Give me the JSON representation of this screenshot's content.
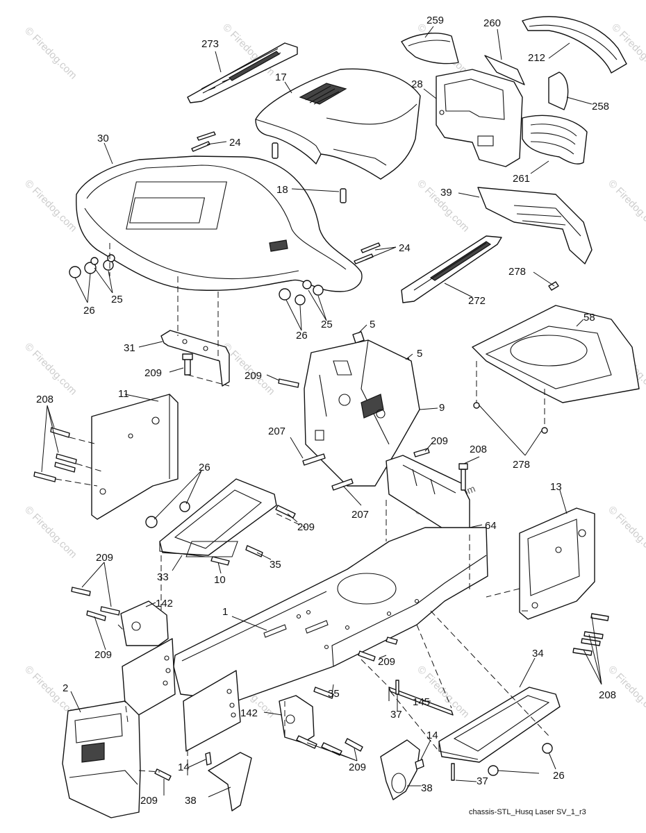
{
  "callouts": [
    {
      "id": "273",
      "label": "273"
    },
    {
      "id": "17",
      "label": "17"
    },
    {
      "id": "259",
      "label": "259"
    },
    {
      "id": "260",
      "label": "260"
    },
    {
      "id": "212",
      "label": "212"
    },
    {
      "id": "28",
      "label": "28"
    },
    {
      "id": "258",
      "label": "258"
    },
    {
      "id": "30",
      "label": "30"
    },
    {
      "id": "24a",
      "label": "24"
    },
    {
      "id": "261",
      "label": "261"
    },
    {
      "id": "18",
      "label": "18"
    },
    {
      "id": "39",
      "label": "39"
    },
    {
      "id": "24b",
      "label": "24"
    },
    {
      "id": "25a",
      "label": "25"
    },
    {
      "id": "26a",
      "label": "26"
    },
    {
      "id": "278a",
      "label": "278"
    },
    {
      "id": "272",
      "label": "272"
    },
    {
      "id": "25b",
      "label": "25"
    },
    {
      "id": "26b",
      "label": "26"
    },
    {
      "id": "5a",
      "label": "5"
    },
    {
      "id": "58",
      "label": "58"
    },
    {
      "id": "31",
      "label": "31"
    },
    {
      "id": "5b",
      "label": "5"
    },
    {
      "id": "209a",
      "label": "209"
    },
    {
      "id": "209b",
      "label": "209"
    },
    {
      "id": "208a",
      "label": "208"
    },
    {
      "id": "11",
      "label": "11"
    },
    {
      "id": "9",
      "label": "9"
    },
    {
      "id": "207a",
      "label": "207"
    },
    {
      "id": "209c",
      "label": "209"
    },
    {
      "id": "278b",
      "label": "278"
    },
    {
      "id": "208b",
      "label": "208"
    },
    {
      "id": "26c",
      "label": "26"
    },
    {
      "id": "13",
      "label": "13"
    },
    {
      "id": "207b",
      "label": "207"
    },
    {
      "id": "64",
      "label": "64"
    },
    {
      "id": "209d",
      "label": "209"
    },
    {
      "id": "35a",
      "label": "35"
    },
    {
      "id": "33",
      "label": "33"
    },
    {
      "id": "10",
      "label": "10"
    },
    {
      "id": "209e",
      "label": "209"
    },
    {
      "id": "142a",
      "label": "142"
    },
    {
      "id": "1",
      "label": "1"
    },
    {
      "id": "209f",
      "label": "209"
    },
    {
      "id": "209g",
      "label": "209"
    },
    {
      "id": "34",
      "label": "34"
    },
    {
      "id": "2",
      "label": "2"
    },
    {
      "id": "35b",
      "label": "35"
    },
    {
      "id": "208c",
      "label": "208"
    },
    {
      "id": "37a",
      "label": "37"
    },
    {
      "id": "145",
      "label": "145"
    },
    {
      "id": "142b",
      "label": "142"
    },
    {
      "id": "14a",
      "label": "14"
    },
    {
      "id": "14b",
      "label": "14"
    },
    {
      "id": "209h",
      "label": "209"
    },
    {
      "id": "26d",
      "label": "26"
    },
    {
      "id": "209i",
      "label": "209"
    },
    {
      "id": "38a",
      "label": "38"
    },
    {
      "id": "38b",
      "label": "38"
    },
    {
      "id": "37b",
      "label": "37"
    }
  ],
  "watermark": "© Firedog.com",
  "caption": "chassis-STL_Husq Laser SV_1_r3"
}
